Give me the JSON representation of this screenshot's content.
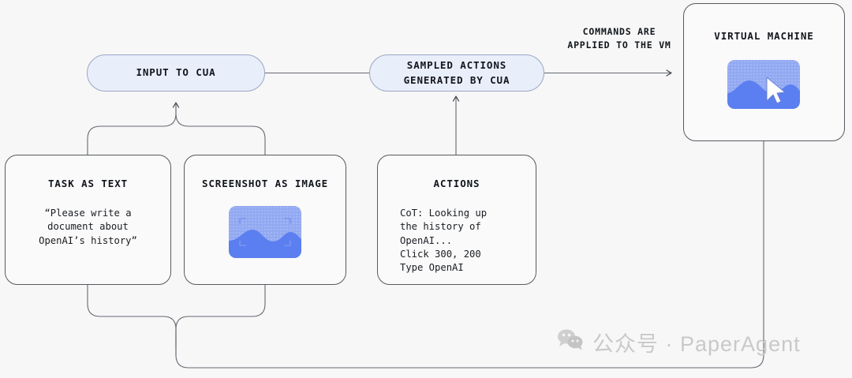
{
  "diagram": {
    "title": "CUA virtual machine loop",
    "background_color": "#f7f7f7",
    "line_color": "#555a60",
    "pill_fill": "#e9eefb",
    "pill_border": "#9aa6c4",
    "accent_blue": "#5b7ff0",
    "accent_blue_light": "#92a9f2"
  },
  "nodes": {
    "input_pill": {
      "label": "INPUT TO CUA"
    },
    "sampled_pill": {
      "label": "SAMPLED ACTIONS\nGENERATED BY CUA"
    },
    "task_card": {
      "title": "TASK AS TEXT",
      "body": "“Please write a\ndocument about\nOpenAI’s history”"
    },
    "screenshot_card": {
      "title": "SCREENSHOT AS IMAGE",
      "thumbnail_name": "screenshot-thumbnail"
    },
    "actions_card": {
      "title": "ACTIONS",
      "body": "CoT: Looking up\nthe history of\nOpenAI...\nClick 300, 200\nType OpenAI"
    },
    "vm_card": {
      "title": "VIRTUAL MACHINE",
      "thumbnail_name": "vm-screen-thumbnail"
    }
  },
  "annotations": {
    "commands_note": "COMMANDS ARE\nAPPLIED TO THE VM"
  },
  "watermark": {
    "icon": "wechat-icon",
    "text": "公众号 · PaperAgent"
  }
}
